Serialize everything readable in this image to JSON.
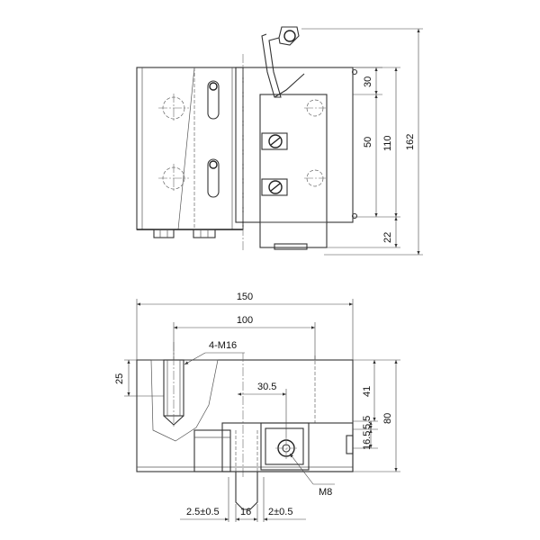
{
  "top_view": {
    "dim_30": "30",
    "dim_50": "50",
    "dim_110": "110",
    "dim_162": "162",
    "dim_22": "22"
  },
  "front_view": {
    "dim_150": "150",
    "dim_100": "100",
    "label_4_m16": "4-M16",
    "dim_25": "25",
    "dim_30_5": "30.5",
    "dim_41": "41",
    "dim_80": "80",
    "dim_5_5": "5.5",
    "dim_16_5": "16.5",
    "label_m8": "M8",
    "dim_2_5_tol": "2.5±0.5",
    "dim_16": "16",
    "dim_2_tol": "2±0.5"
  }
}
